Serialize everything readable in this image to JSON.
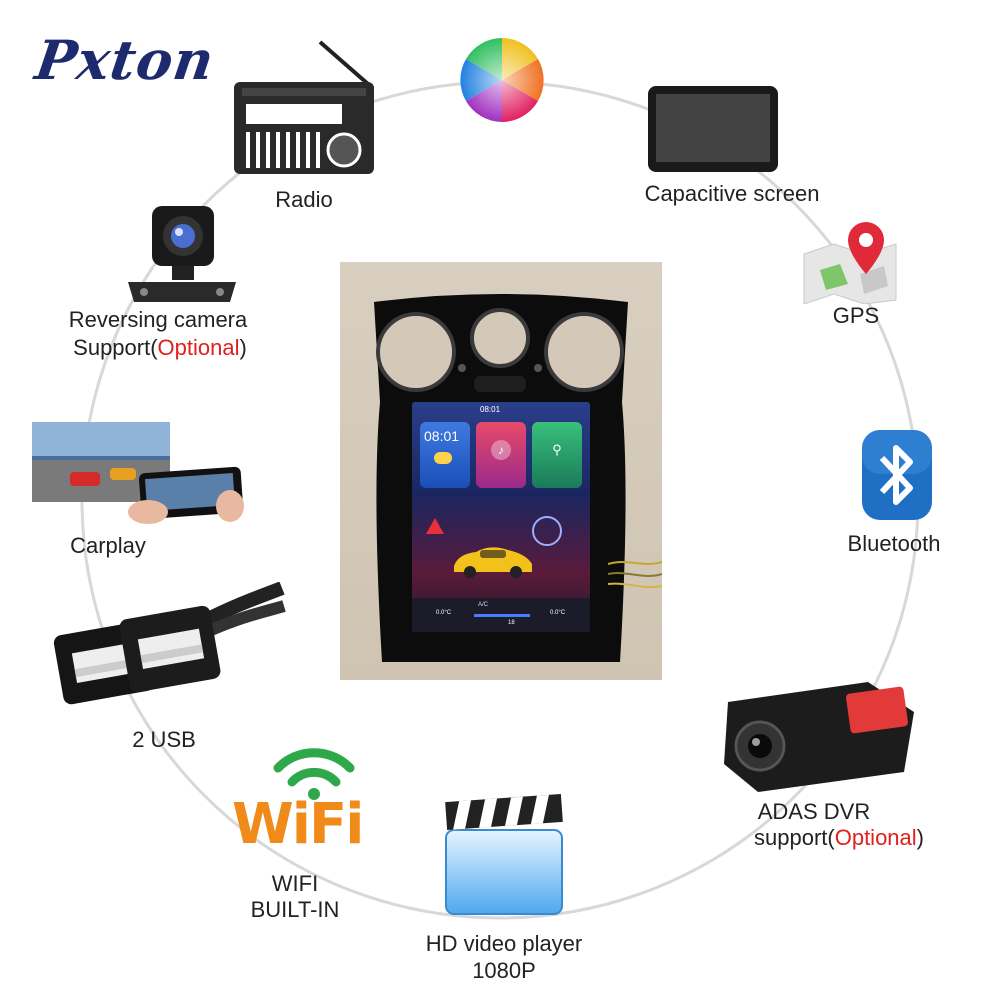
{
  "brand": {
    "logo": "Pxton"
  },
  "features": {
    "radio": "Radio",
    "capacitive_screen": "Capacitive screen",
    "gps": "GPS",
    "bluetooth": "Bluetooth",
    "adas": {
      "line1": "ADAS DVR",
      "line2_prefix": "support(",
      "line2_optional": "Optional",
      "line2_suffix": ")"
    },
    "hd_video": {
      "line1": "HD video player",
      "line2": "1080P"
    },
    "wifi": {
      "logo": "WiFi",
      "line1": "WIFI",
      "line2": "BUILT-IN"
    },
    "usb": "2 USB",
    "carplay": "Carplay",
    "reversing": {
      "line1": "Reversing camera",
      "line2_prefix": "Support(",
      "line2_optional": "Optional",
      "line2_suffix": ")"
    }
  },
  "head_unit": {
    "status_time": "08:01",
    "clock_tile_time": "08:01",
    "temp_left": "0.0°C",
    "temp_right": "0.0°C",
    "ac_label": "A/C",
    "fan_level": "18"
  },
  "colors": {
    "accent_red": "#e0201c",
    "logo_blue": "#1e2a6e",
    "circle": "#d8d8d8"
  }
}
